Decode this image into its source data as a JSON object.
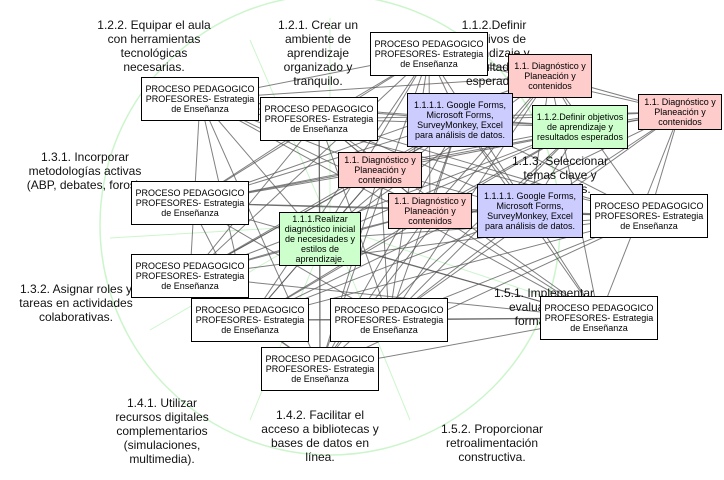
{
  "colors": {
    "white_box": "#ffffff",
    "pink_box": "#ffcccc",
    "green_box": "#ccffcc",
    "blue_box": "#ccccff",
    "ring": "#ccf5cc",
    "edge": "#555555"
  },
  "outer_labels": {
    "l122": "1.2.2. Equipar el aula con herramientas tecnológicas necesarias.",
    "l121": "1.2.1. Crear un ambiente de aprendizaje organizado y tranquilo.",
    "l112": "1.1.2.Definir objetivos de aprendizaje y resultados esperados",
    "l131": "1.3.1. Incorporar metodologías activas (ABP, debates, foros).",
    "l113": "1.1.3. Seleccionar temas clave y contenidos.",
    "l132": "1.3.2. Asignar roles y tareas en actividades colaborativas.",
    "l151": "1.5.1. Implementar evaluaciones formativas.",
    "l141": "1.4.1. Utilizar recursos digitales complementarios (simulaciones, multimedia).",
    "l142": "1.4.2. Facilitar el acceso a bibliotecas y bases de datos en línea.",
    "l152": "1.5.2. Proporcionar retroalimentación constructiva."
  },
  "nodes": {
    "proceso": "PROCESO PEDAGOGICO PROFESORES- Estrategia de Enseñanza",
    "diagnostico": "1.1. Diagnóstico y Planeación y contenidos",
    "google": "1.1.1.1. Google Forms, Microsoft Forms, SurveyMonkey, Excel para análisis de datos.",
    "definir": "1.1.2.Definir objetivos de aprendizaje y resultados esperados",
    "realizar": "1.1.1.Realizar diagnóstico inicial de necesidades y estilos de aprendizaje."
  }
}
